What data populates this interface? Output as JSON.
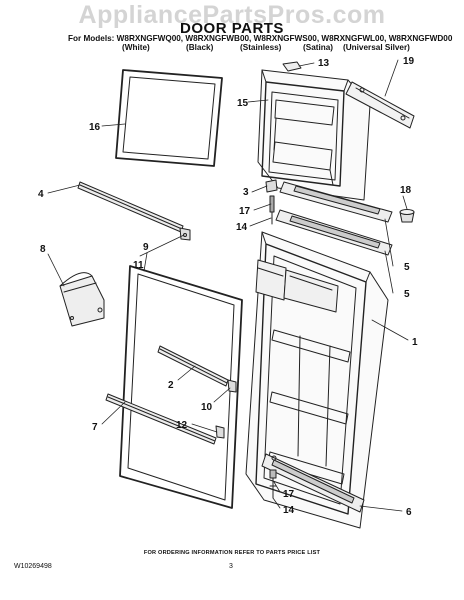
{
  "watermark": "AppliancePartsPros.com",
  "title": "DOOR PARTS",
  "models_line": "For Models: W8RXNGFWQ00, W8RXNGFWB00, W8RXNGFWS00, W8RXNGFWL00, W8RXNGFWD00",
  "variants": [
    "(White)",
    "(Black)",
    "(Stainless)",
    "(Satina)",
    "(Universal Silver)"
  ],
  "callouts": {
    "c1": "1",
    "c2": "2",
    "c3": "3",
    "c4": "4",
    "c5a": "5",
    "c5b": "5",
    "c6": "6",
    "c7": "7",
    "c8": "8",
    "c9": "9",
    "c10": "10",
    "c11": "11",
    "c12": "12",
    "c13": "13",
    "c14a": "14",
    "c14b": "14",
    "c15": "15",
    "c16": "16",
    "c17a": "17",
    "c17b": "17",
    "c18": "18",
    "c19": "19"
  },
  "footer_note": "FOR ORDERING INFORMATION REFER TO PARTS PRICE LIST",
  "doc_number": "W10269498",
  "page_number": "3"
}
